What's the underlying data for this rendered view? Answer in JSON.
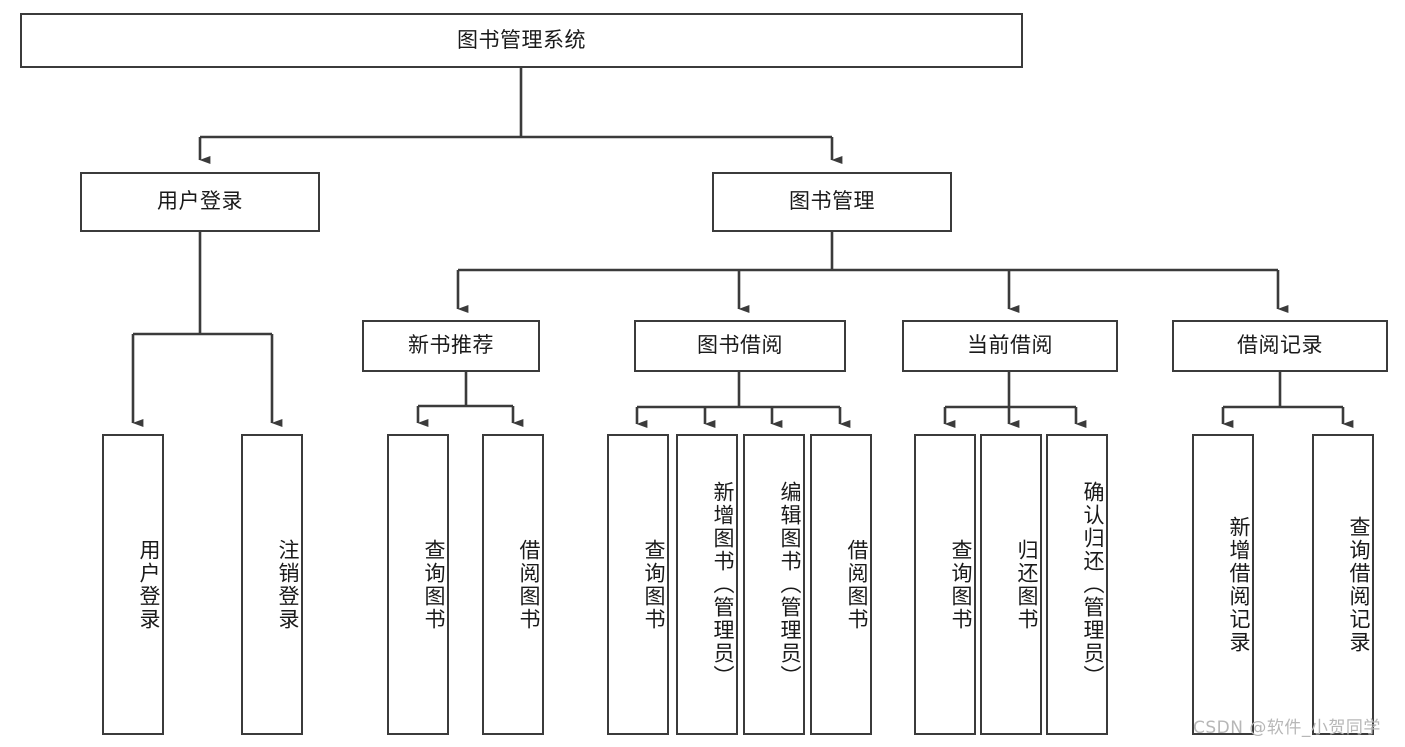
{
  "diagram": {
    "type": "tree-hierarchy",
    "title": "图书管理系统",
    "watermark": "CSDN @软件_小贺同学",
    "colors": {
      "stroke": "#3b3b3b",
      "background": "#ffffff",
      "text": "#1a1a1a",
      "watermark": "#b7b7b7"
    },
    "root": {
      "label": "图书管理系统"
    },
    "level2": [
      {
        "id": "user-login",
        "label": "用户登录"
      },
      {
        "id": "book-manage",
        "label": "图书管理"
      }
    ],
    "level3": [
      {
        "id": "new-book-recommend",
        "label": "新书推荐"
      },
      {
        "id": "book-borrow",
        "label": "图书借阅"
      },
      {
        "id": "current-borrow",
        "label": "当前借阅"
      },
      {
        "id": "borrow-record",
        "label": "借阅记录"
      }
    ],
    "leaves": {
      "user_login": [
        {
          "id": "leaf-user-login",
          "label": "用户登录"
        },
        {
          "id": "leaf-logout-login",
          "label": "注销登录"
        }
      ],
      "new_book_recommend": [
        {
          "id": "leaf-query-book-1",
          "label": "查询图书"
        },
        {
          "id": "leaf-borrow-book-1",
          "label": "借阅图书"
        }
      ],
      "book_borrow": [
        {
          "id": "leaf-query-book-2",
          "label": "查询图书"
        },
        {
          "id": "leaf-add-book",
          "label": "新增图书（管理员）"
        },
        {
          "id": "leaf-edit-book",
          "label": "编辑图书（管理员）"
        },
        {
          "id": "leaf-borrow-book-2",
          "label": "借阅图书"
        }
      ],
      "current_borrow": [
        {
          "id": "leaf-query-book-3",
          "label": "查询图书"
        },
        {
          "id": "leaf-return-book",
          "label": "归还图书"
        },
        {
          "id": "leaf-confirm-return",
          "label": "确认归还（管理员）"
        }
      ],
      "borrow_record": [
        {
          "id": "leaf-add-borrow-record",
          "label": "新增借阅记录"
        },
        {
          "id": "leaf-query-borrow-record",
          "label": "查询借阅记录"
        }
      ]
    }
  }
}
